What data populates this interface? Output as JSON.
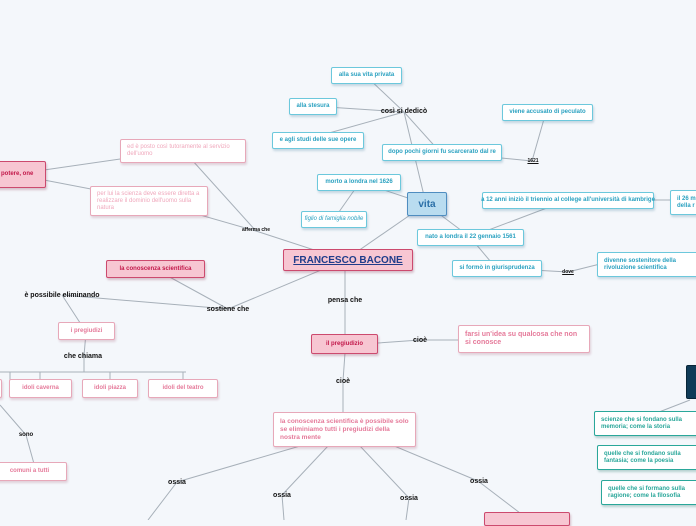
{
  "map": {
    "central": "FRANCESCO BACONE",
    "vita": "vita",
    "vita_branch": {
      "cosi_si_dedico": "così si dedicò",
      "sua_vita_privata": "alla sua vita privata",
      "stesura": "alla stesura",
      "studi_opere": "e agli studi delle sue opere",
      "accusato": "viene accusato di peculato",
      "scarcerato": "dopo pochi giorni fu scarcerato dal re",
      "anno_1621": "1621",
      "morto": "morto a londra nel 1626",
      "figlio": "figlio di famiglia nobile",
      "trinity": "a 12 anni iniziò il triennio al college all'università di kambrige",
      "a26_partial": "il 26 m della r",
      "nato": "nato a londra il 22 gennaio 1561",
      "formo": "si formò in giurisprudenza",
      "dove": "dove",
      "sostenitore": "divenne sostenitore della rivoluzione scientifica"
    },
    "afferma_che": "afferma  che",
    "afferma_branch": {
      "potere": "potere, one",
      "se_e_posto": "ed è posto così tutoramente al servizio dell'uomo",
      "per_lui": "per lui la scienza deve essere diretta a realizzare il dominio dell'uomo sulla natura"
    },
    "sostiene_che": "sostiene che",
    "conoscenza": "la conoscenza scientifica",
    "possibile_eliminando": "è possibile eliminando",
    "pregiudizi": "i pregiudizi",
    "che_chiama": "che chiama",
    "idoli": [
      "idoli caverna",
      "idoli piazza",
      "idoli del teatro"
    ],
    "sono": "sono",
    "comuni": "comuni a tutti",
    "pensa_che": "pensa che",
    "il_pregiudizio": "il pregiudizio",
    "cioe1": "cioè",
    "farsi_idea": "farsi un'idea su qualcosa che non si conosce",
    "cioe2": "cioè",
    "conoscenza_eliminando": "la conoscenza scientifica è possibile solo se eliminiamo tutti i pregiudizi della nostra mente",
    "ossia": [
      "ossia",
      "ossia",
      "ossia",
      "ossia"
    ],
    "scienze": [
      "scienze che si fondano sulla memoria; come la storia",
      "quelle che si fondano sulla fantasia; come la poesia",
      "quelle che si formano sulla ragione; come la filosofia"
    ]
  },
  "colors": {
    "background": "#f4f7fb",
    "blue_accent": "#2aa1c0",
    "pink_accent": "#c2184a",
    "teal_accent": "#2aa79a"
  }
}
